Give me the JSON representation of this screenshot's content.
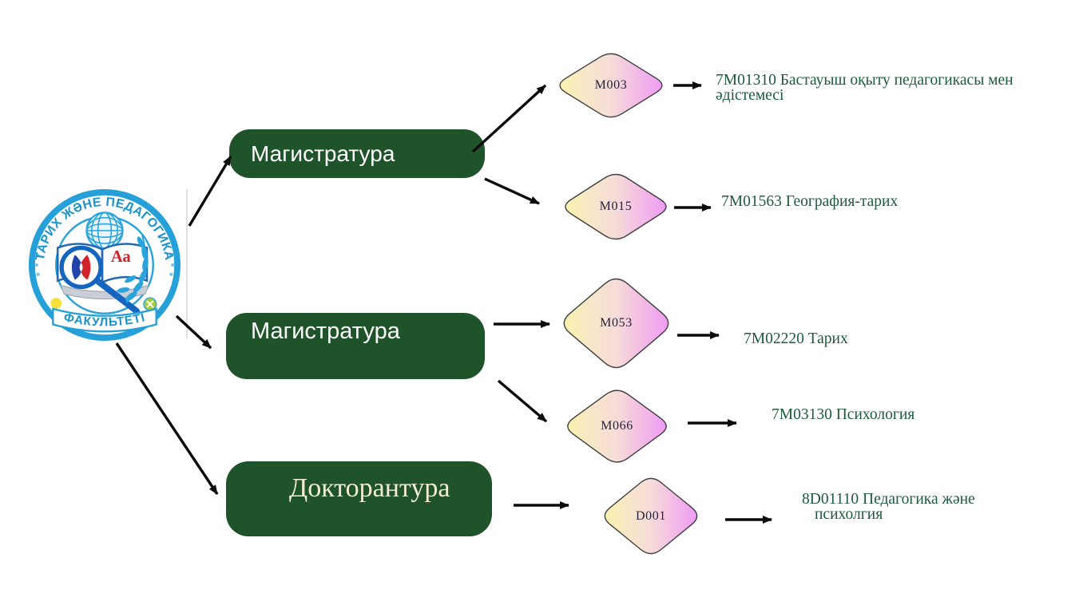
{
  "logo": {
    "arc_text_top": "ТАРИХ ЖӘНЕ ПЕДАГОГИКА",
    "arc_text_bottom": "ФАКУЛЬТЕТІ",
    "book_monogram": "Аа"
  },
  "levels": [
    {
      "label": "Магистратура"
    },
    {
      "label": "Магистратура"
    },
    {
      "label": "Докторантура"
    }
  ],
  "nodes": [
    {
      "code": "M003",
      "program": "7М01310 Бастауыш оқыту педагогикасы мен әдістемесі"
    },
    {
      "code": "M015",
      "program": "7М01563 География-тарих"
    },
    {
      "code": "M053",
      "program": "7М02220 Тарих"
    },
    {
      "code": "M066",
      "program": "7М03130 Психология"
    },
    {
      "code": "D001",
      "program": "8D01110 Педагогика және психолгия"
    }
  ],
  "colors": {
    "level_box_green": "#1F5329",
    "level_text_white": "#FFFFFF",
    "doctorate_text_cream": "#F3EDD2",
    "diamond_yellow": "#FBF2AE",
    "diamond_pink": "#F09BF4",
    "diamond_border": "#3F3F3F",
    "program_text_green": "#1E5B3C",
    "arrow_black": "#0B0B0B",
    "logo_blue": "#25A0D8",
    "logo_red": "#D2232A"
  }
}
